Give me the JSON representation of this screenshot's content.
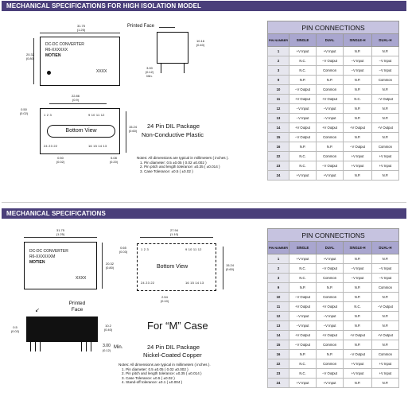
{
  "section1": {
    "banner": "MECHANICAL SPECIFICATIONS FOR HIGH ISOLATION MODEL",
    "top_dim": "31.75",
    "top_dim_in": "(1.25)",
    "left_dim": "20.32",
    "left_dim_in": "(0.80)",
    "module_lines": [
      "DC-DC CONVERTER",
      "R6-XXXXXX",
      "MOTIEN"
    ],
    "module_code": "XXXX",
    "printed_face": "Printed Face",
    "side_h": "10.16",
    "side_h_in": "(0.40)",
    "side_pin": "3.00",
    "side_pin_in": "(0.12)",
    "side_pin_min": "Min.",
    "bottom_top_dim": "22.86",
    "bottom_top_dim_in": "(0.9)",
    "bottom_left_dim": "0.50",
    "bottom_left_dim_in": "(0.02)",
    "bottom_right_dim": "15.24",
    "bottom_right_dim_in": "(0.60)",
    "pins_top": "1  2  3",
    "pins_top_right": "9  10 11  12",
    "bottom_view": "Bottom View",
    "pins_bottom": "24 23 22",
    "pins_bottom_right": "16 15 14  13",
    "bottom_dim_a": "0.50",
    "bottom_dim_a_in": "(0.02)",
    "bottom_dim_b": "5.08",
    "bottom_dim_b_in": "(0.20)",
    "package": "24 Pin DIL Package",
    "material": "Non-Conductive Plastic",
    "notes": [
      "Notes: All dimensions are typical in millimeters ( inches ).",
      "1. Pin diameter: 0.5 ±0.05 ( 0.02 ±0.002 )",
      "2. Pin pitch and length tolerance: ±0.35 ( ±0.014 )",
      "3. Case Tolerance: ±0.5 ( ±0.02 )"
    ]
  },
  "table1": {
    "title": "PIN CONNECTIONS",
    "headers": [
      "PIN NUMBER",
      "SINGLE",
      "DUAL",
      "SINGLE-H",
      "DUAL-H"
    ],
    "rows": [
      [
        "1",
        "+V Input",
        "+V Input",
        "N.P.",
        "N.P."
      ],
      [
        "2",
        "N.C.",
        "−V Output",
        "−V Input",
        "−V Input"
      ],
      [
        "3",
        "N.C.",
        "Common",
        "−V Input",
        "−V Input"
      ],
      [
        "9",
        "N.P.",
        "N.P.",
        "N.P.",
        "Common"
      ],
      [
        "10",
        "−V Output",
        "Common",
        "N.P.",
        "N.P."
      ],
      [
        "11",
        "+V Output",
        "+V Output",
        "N.C.",
        "−V Output"
      ],
      [
        "12",
        "−V Input",
        "−V Input",
        "N.P.",
        "N.P."
      ],
      [
        "13",
        "−V Input",
        "−V Input",
        "N.P.",
        "N.P."
      ],
      [
        "14",
        "+V Output",
        "+V Output",
        "+V Output",
        "+V Output"
      ],
      [
        "15",
        "−V Output",
        "Common",
        "N.P.",
        "N.P."
      ],
      [
        "16",
        "N.P.",
        "N.P.",
        "−V Output",
        "Common"
      ],
      [
        "22",
        "N.C.",
        "Common",
        "+V Input",
        "+V Input"
      ],
      [
        "23",
        "N.C.",
        "−V Output",
        "+V Input",
        "+V Input"
      ],
      [
        "24",
        "+V Input",
        "+V Input",
        "N.P.",
        "N.P."
      ]
    ]
  },
  "section2": {
    "banner": "MECHANICAL SPECIFICATIONS",
    "top_dim": "31.75",
    "top_dim_in": "(1.25)",
    "left_dim": "20.32",
    "left_dim_in": "(0.80)",
    "module_lines": [
      "DC-DC CONVERTER",
      "R6-XXXXXXM",
      "MOTIEN"
    ],
    "module_code": "XXXX",
    "bv_top_dim": "27.94",
    "bv_top_dim_in": "(1.10)",
    "bv_left_dim": "0.65",
    "bv_left_dim_in": "(0.03)",
    "bv_right_dim": "15.24",
    "bv_right_dim_in": "(0.60)",
    "pins_top": "1  2  3",
    "pins_top_right": "9  10 11  12",
    "bottom_view": "Bottom View",
    "pins_bottom": "24 23 22",
    "pins_bottom_right": "16 15 14  13",
    "bv_pitch": "2.54",
    "bv_pitch_in": "(0.10)",
    "printed_face": "Printed Face",
    "side_left": "0.5",
    "side_left_in": "(0.02)",
    "side_h": "10.2",
    "side_h_in": "(0.40)",
    "side_pin": "3.00",
    "side_pin_in": "(0.12)",
    "side_pin_min": "Min.",
    "case_label": "For “M” Case",
    "package": "24 Pin DIL Package",
    "material": "Nickel-Coated Copper",
    "notes": [
      "Notes: All dimensions are typical in millimeters ( inches ).",
      "1. Pin diameter: 0.5 ±0.05 ( 0.02 ±0.002 )",
      "2. Pin pitch and length tolerance: ±0.35 ( ±0.014 )",
      "3. Case Tolerance: ±0.5 ( ±0.02 )",
      "4. Stand-off tolerance: ±0.1 ( ±0.004 )"
    ]
  },
  "table2": {
    "title": "PIN CONNECTIONS",
    "headers": [
      "PIN NUMBER",
      "SINGLE",
      "DUAL",
      "SINGLE-H",
      "DUAL-H"
    ],
    "rows": [
      [
        "1",
        "+V Input",
        "+V Input",
        "N.P.",
        "N.P."
      ],
      [
        "2",
        "N.C.",
        "−V Output",
        "−V Input",
        "−V Input"
      ],
      [
        "3",
        "N.C.",
        "Common",
        "−V Input",
        "−V Input"
      ],
      [
        "9",
        "N.P.",
        "N.P.",
        "N.P.",
        "Common"
      ],
      [
        "10",
        "−V Output",
        "Common",
        "N.P.",
        "N.P."
      ],
      [
        "11",
        "+V Output",
        "+V Output",
        "N.C.",
        "−V Output"
      ],
      [
        "12",
        "−V Input",
        "−V Input",
        "N.P.",
        "N.P."
      ],
      [
        "13",
        "−V Input",
        "−V Input",
        "N.P.",
        "N.P."
      ],
      [
        "14",
        "+V Output",
        "+V Output",
        "+V Output",
        "+V Output"
      ],
      [
        "15",
        "−V Output",
        "Common",
        "N.P.",
        "N.P."
      ],
      [
        "16",
        "N.P.",
        "N.P.",
        "−V Output",
        "Common"
      ],
      [
        "22",
        "N.C.",
        "Common",
        "+V Input",
        "+V Input"
      ],
      [
        "23",
        "N.C.",
        "−V Output",
        "+V Input",
        "+V Input"
      ],
      [
        "24",
        "+V Input",
        "+V Input",
        "N.P.",
        "N.P."
      ]
    ]
  },
  "colors": {
    "banner": "#4a3f7a",
    "table_title": "#c6c3e0",
    "table_header": "#a9a6cf"
  }
}
